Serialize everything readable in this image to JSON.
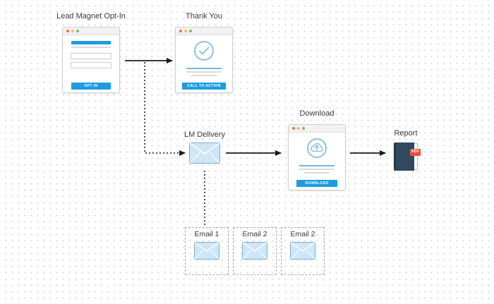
{
  "canvas": {
    "background": "#ffffff",
    "grid_dot_color": "#d7d7d7"
  },
  "colors": {
    "accent_blue": "#1d9ce0",
    "icon_light_blue": "#8fc1e3",
    "envelope_fill": "#cfe6f7",
    "envelope_stroke": "#7eadd1",
    "connector_black": "#1a1a1a",
    "book_navy": "#31495e",
    "pdf_red": "#e8503a"
  },
  "nodes": {
    "lead_magnet": {
      "label": "Lead Magnet Opt-In",
      "button": "OPT IN",
      "icon": "optin-page-icon"
    },
    "thank_you": {
      "label": "Thank You",
      "button": "CALL TO ACTION",
      "icon": "check-circle-icon"
    },
    "lm_delivery": {
      "label": "LM Delivery",
      "icon": "envelope-icon"
    },
    "download": {
      "label": "Download",
      "button": "DOWNLOAD",
      "icon": "cloud-upload-circle-icon"
    },
    "report": {
      "label": "Report",
      "badge": "PDF",
      "icon": "book-icon"
    },
    "emails": [
      {
        "label": "Email 1",
        "icon": "envelope-icon"
      },
      {
        "label": "Email 2",
        "icon": "envelope-icon"
      },
      {
        "label": "Email 2",
        "icon": "envelope-icon"
      }
    ]
  },
  "connectors": [
    {
      "name": "optin-to-thankyou",
      "style": "solid-arrow"
    },
    {
      "name": "optin-to-lmdelivery",
      "style": "dotted-arrow"
    },
    {
      "name": "lmdelivery-to-download",
      "style": "solid-arrow"
    },
    {
      "name": "download-to-report",
      "style": "solid-arrow"
    },
    {
      "name": "lmdelivery-to-emails",
      "style": "dotted"
    }
  ]
}
